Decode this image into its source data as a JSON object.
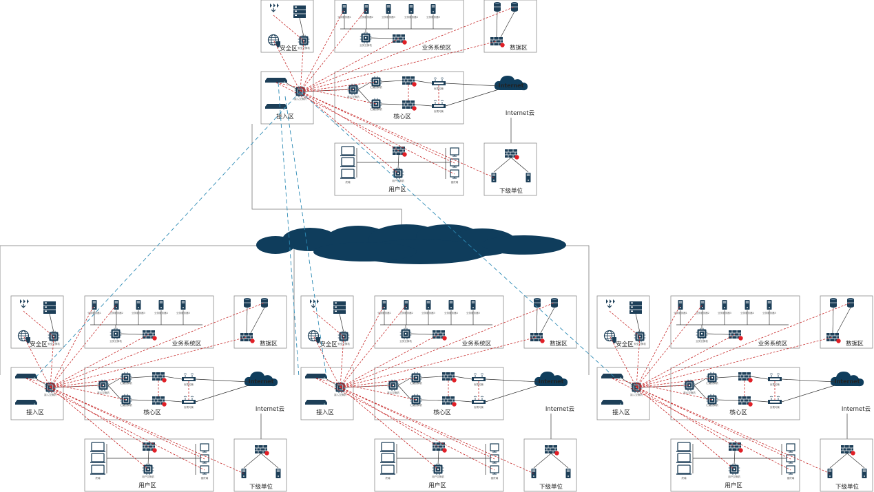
{
  "diagram": {
    "cloud_internet_text": "Internet",
    "internet_cloud_label": "Internet云",
    "hq": {
      "security_zone": "安全区",
      "business_zone": "业务系统区",
      "data_zone": "数据区",
      "access_zone": "接入区",
      "core_zone": "核心区",
      "user_zone": "用户区",
      "subordinate_unit": "下级单位"
    },
    "branches": [
      {
        "security_zone": "安全区",
        "business_zone": "业务系统区",
        "data_zone": "数据区",
        "access_zone": "接入区",
        "core_zone": "核心区",
        "user_zone": "用户区",
        "subordinate_unit": "下级单位"
      },
      {
        "security_zone": "安全区",
        "business_zone": "业务系统区",
        "data_zone": "数据区",
        "access_zone": "接入区",
        "core_zone": "核心区",
        "user_zone": "用户区",
        "subordinate_unit": "下级单位"
      },
      {
        "security_zone": "安全区",
        "business_zone": "业务系统区",
        "data_zone": "数据区",
        "access_zone": "接入区",
        "core_zone": "核心区",
        "user_zone": "用户区",
        "subordinate_unit": "下级单位"
      }
    ],
    "colors": {
      "device": "#1d3f58",
      "wan_cloud": "#0f3d5c",
      "internet_cloud": "#0f3d5c",
      "firewall_alert": "#e01f26",
      "vpn_link": "#c62828",
      "backbone_link": "#2e8bb5"
    }
  }
}
